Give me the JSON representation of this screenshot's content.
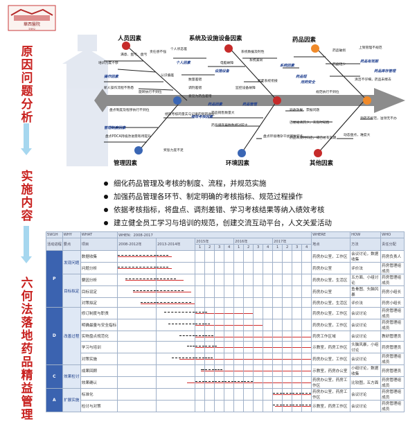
{
  "logo": {
    "text_cn": "華西醫院",
    "year": "1892"
  },
  "sections": [
    {
      "id": "cause",
      "label": "原因问题分析"
    },
    {
      "id": "implement",
      "label": "实施内容"
    },
    {
      "id": "method",
      "label": "六何法落地药品精益管理"
    }
  ],
  "fishbone": {
    "categories": [
      {
        "name": "人员因素",
        "color": "#c62b2a"
      },
      {
        "name": "系统及设施设备因素",
        "color": "#c62b2a"
      },
      {
        "name": "药品因素",
        "color": "#f08a2a"
      },
      {
        "name": "管理因素",
        "color": "#3a66b4"
      },
      {
        "name": "环境因素",
        "color": "#3a66b4"
      },
      {
        "name": "其他因素",
        "color": "#c62b2a"
      }
    ],
    "branch_labels": [
      "操作因素",
      "个人因素",
      "设施设备",
      "系统因素",
      "药品短",
      "药品有效期",
      "药品因素",
      "药品管理",
      "绩效考核因素",
      "管理制度因素",
      "药品库存管理",
      "用药安全"
    ],
    "notes": [
      "责任感不强",
      "个人状态差",
      "培训力度不够",
      "满意、盘亏、盘亏",
      "认识偏差",
      "新人操作流程不熟悉",
      "旋转执行不到位",
      "数量差错",
      "调剂差错",
      "意见为药品差错",
      "盘点制度及程序执行不到位",
      "绩效考核的量实与记录的到的收位",
      "盘点PDCA持续改进需有待提升",
      "奖惩力度不足",
      "系统数据及时性",
      "系统漏洞",
      "电脑故障",
      "新老系统衔接",
      "监控设备故障",
      "药品销售数量大",
      "药品储存单数数相对较大",
      "盘点环境嘈杂干扰因数较多",
      "药品破损",
      "药品短少",
      "上架管理不规范",
      "清洁不仔细，药品未擦去",
      "规范执行不到位",
      "验收效果，票据问题",
      "已发给清药少，未及时销售",
      "药品未及时归还，或已过有效期",
      "领药不规范，溢领无不办",
      "动态盘点，难度大"
    ]
  },
  "bullets": [
    "细化药品管理及考核的制度、流程，并规范实施",
    "加强药品管理各环节、制定明确的考核指标、规范过程操作",
    "依据考核指标，将盘点、调剂差错、学习考核结果等纳入绩效考核",
    "建立健全员工学习与培训的规范，创建交流互动平台，人文关爱活动"
  ],
  "table": {
    "head1": [
      "5W1H",
      "WHY",
      "WHAT",
      "WHEN：2008-2017",
      "WHERE",
      "HOW",
      "WHO"
    ],
    "head2": [
      "活动进程",
      "要点",
      "项目",
      "2008-2012年",
      "2013-2014年",
      "2015年",
      "2016年",
      "2017年",
      "地点",
      "方法",
      "责任分配"
    ],
    "quarters": [
      "1",
      "2",
      "3",
      "4",
      "1",
      "2",
      "3",
      "4",
      "1",
      "2",
      "3",
      "4"
    ],
    "groups": [
      {
        "phase": "P",
        "rows": [
          {
            "point": "发现问题",
            "item": "数据收集",
            "where": "药房办公室，工作区",
            "how": "会议讨论，数据收集",
            "who": "药房负责人"
          },
          {
            "point": "",
            "item": "问题分析",
            "where": "药房办公室",
            "how": "评价法",
            "who": "药房管理组成员"
          },
          {
            "point": "目标拟定",
            "item": "要因分析",
            "where": "药房办公室，生活区",
            "how": "五方面、小组讨论",
            "who": "药房管理组成员"
          },
          {
            "point": "",
            "item": "目标设定",
            "where": "药房办公室",
            "how": "鱼骨图、头脑风暴",
            "who": "药房小组长"
          },
          {
            "point": "",
            "item": "对策拟定",
            "where": "药房办公室，生活区",
            "how": "评价法",
            "who": "药房小组长"
          }
        ]
      },
      {
        "phase": "D",
        "rows": [
          {
            "point": "改善过程",
            "item": "修订制度与职责",
            "where": "药房办公室，工作区",
            "how": "会议讨论",
            "who": "药房管理组成员"
          },
          {
            "point": "",
            "item": "明确最量与安全指标",
            "where": "药房办公室，工作区",
            "how": "会议讨论",
            "who": "药房管理组成员"
          },
          {
            "point": "",
            "item": "实物盘点规范化",
            "where": "药房工作区域",
            "how": "会议讨论",
            "who": "教研管理员"
          },
          {
            "point": "",
            "item": "学习与培训",
            "where": "示教室，药房工作区",
            "how": "头脑风暴，小组讨论",
            "who": "药房管理员"
          },
          {
            "point": "",
            "item": "对策实施",
            "where": "药房办公室，工作区",
            "how": "会议讨论",
            "who": "药房管理组成员"
          }
        ]
      },
      {
        "phase": "C",
        "rows": [
          {
            "point": "效果检讨",
            "item": "成果回顾",
            "where": "示教室，药房办公室",
            "how": "小组讨论，数据收集",
            "who": "药房管理员"
          },
          {
            "point": "",
            "item": "效果确认",
            "where": "药房办公室，药房工作区",
            "how": "比较图，五方面",
            "who": "药房管理组成员"
          }
        ]
      },
      {
        "phase": "A",
        "rows": [
          {
            "point": "扩展实施",
            "item": "标准化",
            "where": "药房办公室，药房工作区",
            "how": "会议讨论",
            "who": "药房管理组成员"
          },
          {
            "point": "",
            "item": "检讨与对策",
            "where": "示教室，药房工作区",
            "how": "会议讨论",
            "who": "药房管理组成员"
          }
        ]
      }
    ],
    "bars": [
      {
        "row": 0,
        "plan": [
          0,
          1.3
        ],
        "act": [
          0,
          1.4
        ]
      },
      {
        "row": 1,
        "plan": [
          0,
          1.3
        ],
        "act": [
          0,
          1.4
        ]
      },
      {
        "row": 2,
        "plan": [
          0.2,
          1.5
        ],
        "act": [
          0.2,
          1.7
        ]
      },
      {
        "row": 3,
        "plan": [
          0.4,
          1.7
        ],
        "act": [
          0.4,
          1.9
        ]
      },
      {
        "row": 4,
        "plan": [
          0.6,
          1.9
        ],
        "act": [
          0.6,
          2.0
        ]
      },
      {
        "row": 5,
        "plan": [
          1.2,
          3.2
        ],
        "act": [
          2,
          8
        ]
      },
      {
        "row": 6,
        "plan": [
          1.3,
          3.5
        ],
        "act": [
          2,
          9
        ]
      },
      {
        "row": 7,
        "plan": [
          1.6,
          3.9
        ],
        "act": [
          2,
          14
        ]
      },
      {
        "row": 8,
        "plan": [
          1.8,
          4.2
        ],
        "act": [
          2,
          14
        ]
      },
      {
        "row": 9,
        "plan": [
          1.4,
          3.8
        ],
        "act": [
          1.6,
          14
        ]
      },
      {
        "row": 10,
        "plan": [
          2.6,
          4.8
        ],
        "act": [
          2.6,
          14
        ]
      },
      {
        "row": 11,
        "plan": [
          2,
          8
        ],
        "act": [
          1.8,
          14
        ]
      },
      {
        "row": 12,
        "plan": [
          10,
          14
        ],
        "act": [
          10,
          14
        ]
      },
      {
        "row": 13,
        "plan": [
          10,
          14
        ],
        "act": [
          10.2,
          14
        ]
      }
    ]
  }
}
